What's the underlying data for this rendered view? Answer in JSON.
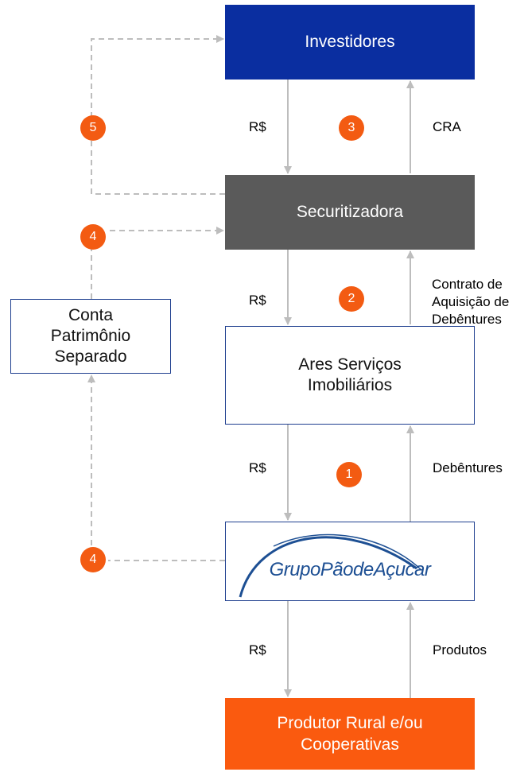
{
  "colors": {
    "investidores_fill": "#0a2ea0",
    "securitizadora_fill": "#5a5a5a",
    "produtor_fill": "#fa5a0f",
    "white_box_border": "#1f3f8f",
    "badge_fill": "#f35b12",
    "arrow_gray": "#bdbdbd",
    "logo_blue": "#1d4f93"
  },
  "nodes": {
    "investidores": "Investidores",
    "securitizadora": "Securitizadora",
    "conta": "Conta\nPatrimônio\nSeparado",
    "ares": "Ares Serviços\nImobiliários",
    "gpa_logo": "GrupoPãodeAçucar",
    "produtor": "Produtor Rural e/ou\nCooperativas"
  },
  "flows": {
    "rs_1": "R$",
    "cra": "CRA",
    "rs_2": "R$",
    "contrato": "Contrato de\nAquisição de\nDebêntures",
    "rs_3": "R$",
    "debentures": "Debêntures",
    "rs_4": "R$",
    "produtos": "Produtos"
  },
  "steps": {
    "step_5": "5",
    "step_3": "3",
    "step_4_top": "4",
    "step_2": "2",
    "step_1": "1",
    "step_4_bottom": "4"
  }
}
